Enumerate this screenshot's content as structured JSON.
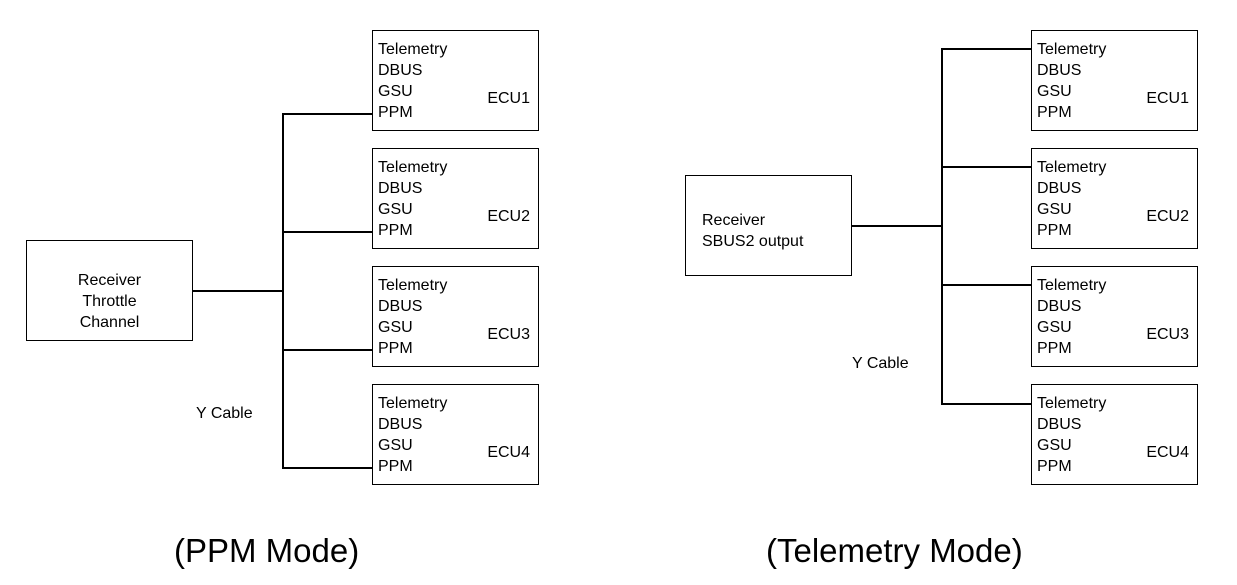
{
  "ppm_mode": {
    "receiver_lines": [
      "Receiver",
      "Throttle",
      "Channel"
    ],
    "cable_label": "Y Cable",
    "caption": "(PPM Mode)",
    "ecus": [
      {
        "lines": [
          "Telemetry",
          "DBUS",
          "GSU",
          "PPM"
        ],
        "name": "ECU1"
      },
      {
        "lines": [
          "Telemetry",
          "DBUS",
          "GSU",
          "PPM"
        ],
        "name": "ECU2"
      },
      {
        "lines": [
          "Telemetry",
          "DBUS",
          "GSU",
          "PPM"
        ],
        "name": "ECU3"
      },
      {
        "lines": [
          "Telemetry",
          "DBUS",
          "GSU",
          "PPM"
        ],
        "name": "ECU4"
      }
    ]
  },
  "telemetry_mode": {
    "receiver_lines": [
      "Receiver",
      "SBUS2 output"
    ],
    "cable_label": "Y Cable",
    "caption": "(Telemetry Mode)",
    "ecus": [
      {
        "lines": [
          "Telemetry",
          "DBUS",
          "GSU",
          "PPM"
        ],
        "name": "ECU1"
      },
      {
        "lines": [
          "Telemetry",
          "DBUS",
          "GSU",
          "PPM"
        ],
        "name": "ECU2"
      },
      {
        "lines": [
          "Telemetry",
          "DBUS",
          "GSU",
          "PPM"
        ],
        "name": "ECU3"
      },
      {
        "lines": [
          "Telemetry",
          "DBUS",
          "GSU",
          "PPM"
        ],
        "name": "ECU4"
      }
    ]
  }
}
